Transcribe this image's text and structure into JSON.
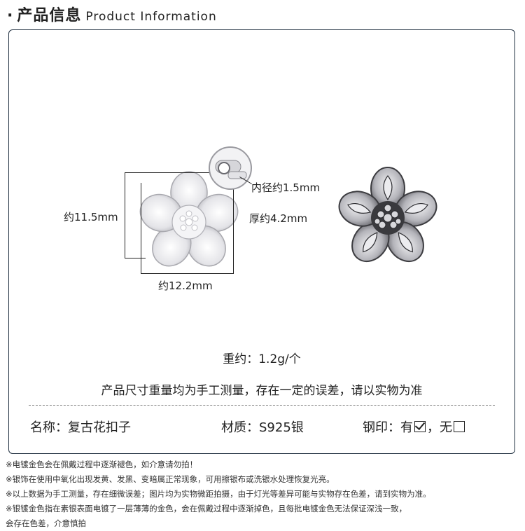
{
  "header": {
    "bullet": "·",
    "title_cn": "产品信息",
    "title_en": "Product Information"
  },
  "diagram": {
    "height_label": "约11.5mm",
    "width_label": "约12.2mm",
    "inner_label": "内径约1.5mm",
    "thickness_label": "厚约4.2mm"
  },
  "weight": "重约：1.2g/个",
  "measure_note": "产品尺寸重量均为手工测量，存在一定的误差，请以实物为准",
  "specs": {
    "name": "名称：复古花扣子",
    "material": "材质：S925银",
    "stamp_label": "钢印：有",
    "stamp_sep": "，无"
  },
  "footnotes": [
    "※电镀金色会在佩戴过程中逐渐褪色，如介意请勿拍！",
    "※银饰在使用中氧化出现发黄、发黑、变暗属正常现象，可用擦银布或洗银水处理恢复光亮。",
    "※以上数据为手工测量，存在细微误差；图片均为实物微距拍摄，由于灯光等差异可能与实物存在色差，请到实物为准。",
    "※银镀金色指在素银表面电镀了一层薄薄的金色，会在佩戴过程中逐渐掉色，且每批电镀金色无法保证深浅一致，",
    "会存在色差，介意慎拍"
  ],
  "colors": {
    "frame": "#1f2f3f",
    "silver_light": "#e9e9ec",
    "silver_dark": "#4a4a4e"
  }
}
